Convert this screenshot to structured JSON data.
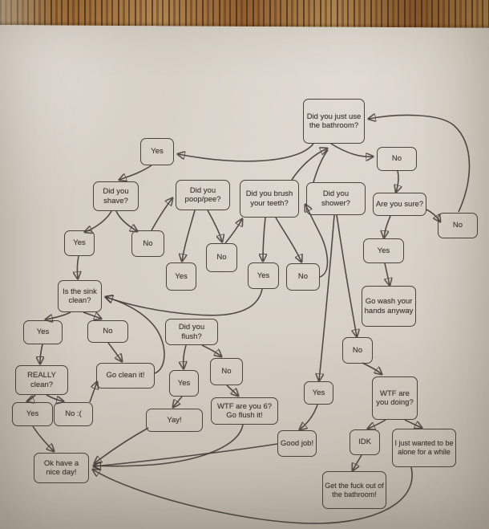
{
  "photo": {
    "colors": {
      "wood": "#a5713b",
      "paper": "#d3cdc3",
      "line": "#46403a",
      "text": "#3e3831"
    }
  },
  "flowchart": {
    "nodes": {
      "start": {
        "label": "Did you just use the bathroom?"
      },
      "yes_top": {
        "label": "Yes"
      },
      "no_top": {
        "label": "No"
      },
      "shave": {
        "label": "Did you shave?"
      },
      "sure": {
        "label": "Are you sure?"
      },
      "no_sure": {
        "label": "No"
      },
      "poop": {
        "label": "Did you poop/pee?"
      },
      "brush": {
        "label": "Did you brush your teeth?"
      },
      "shower": {
        "label": "Did you shower?"
      },
      "yes_shave": {
        "label": "Yes"
      },
      "no_shave": {
        "label": "No"
      },
      "no_poop": {
        "label": "No"
      },
      "yes_poop": {
        "label": "Yes"
      },
      "yes_brush": {
        "label": "Yes"
      },
      "no_brush": {
        "label": "No"
      },
      "yes_sure": {
        "label": "Yes"
      },
      "sink": {
        "label": "Is the sink clean?"
      },
      "wash": {
        "label": "Go wash your hands anyway"
      },
      "yes_sink": {
        "label": "Yes"
      },
      "no_sink": {
        "label": "No"
      },
      "flush": {
        "label": "Did you flush?"
      },
      "no_shower": {
        "label": "No"
      },
      "really": {
        "label": "REALLY clean?"
      },
      "clean_it": {
        "label": "Go clean it!"
      },
      "yes_flush": {
        "label": "Yes"
      },
      "no_flush": {
        "label": "No"
      },
      "wtf_doing": {
        "label": "WTF are you doing?"
      },
      "yes_really": {
        "label": "Yes"
      },
      "no_really": {
        "label": "No :("
      },
      "wtf6": {
        "label": "WTF are you 6? Go flush it!"
      },
      "yay": {
        "label": "Yay!"
      },
      "yes_shower": {
        "label": "Yes"
      },
      "good_job": {
        "label": "Good job!"
      },
      "idk": {
        "label": "IDK"
      },
      "alone": {
        "label": "I just wanted to be alone for a while"
      },
      "ok_day": {
        "label": "Ok have a nice day!"
      },
      "gtfo": {
        "label": "Get the fuck out of the bathroom!"
      }
    }
  }
}
